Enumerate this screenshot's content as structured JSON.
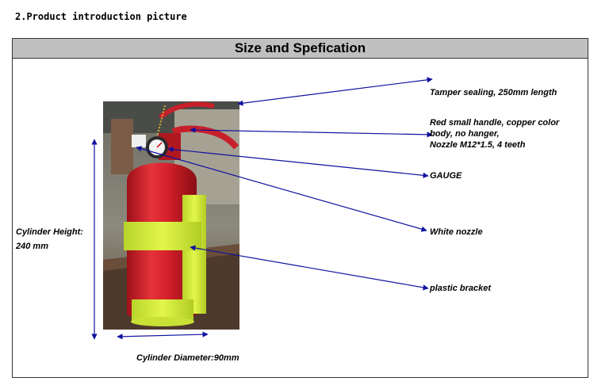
{
  "section_heading": "2.Product introduction picture",
  "spec_title": "Size and Spefication",
  "labels": {
    "tamper": "Tamper sealing, 250mm length",
    "handle_line1": "Red small handle, copper color",
    "handle_line2": "body, no hanger,",
    "handle_line3": "Nozzle M12*1.5, 4 teeth",
    "gauge": "GAUGE",
    "nozzle": "White nozzle",
    "bracket": "plastic bracket",
    "height_line1": "Cylinder Height:",
    "height_line2": "240 mm",
    "diameter": "Cylinder Diameter:90mm"
  },
  "colors": {
    "arrow": "#1010a0",
    "cylinder_red": "#d21f2a",
    "bracket_yellow": "#d6f23a"
  },
  "icons": [
    "fire-extinguisher-photo",
    "arrow-icon"
  ]
}
